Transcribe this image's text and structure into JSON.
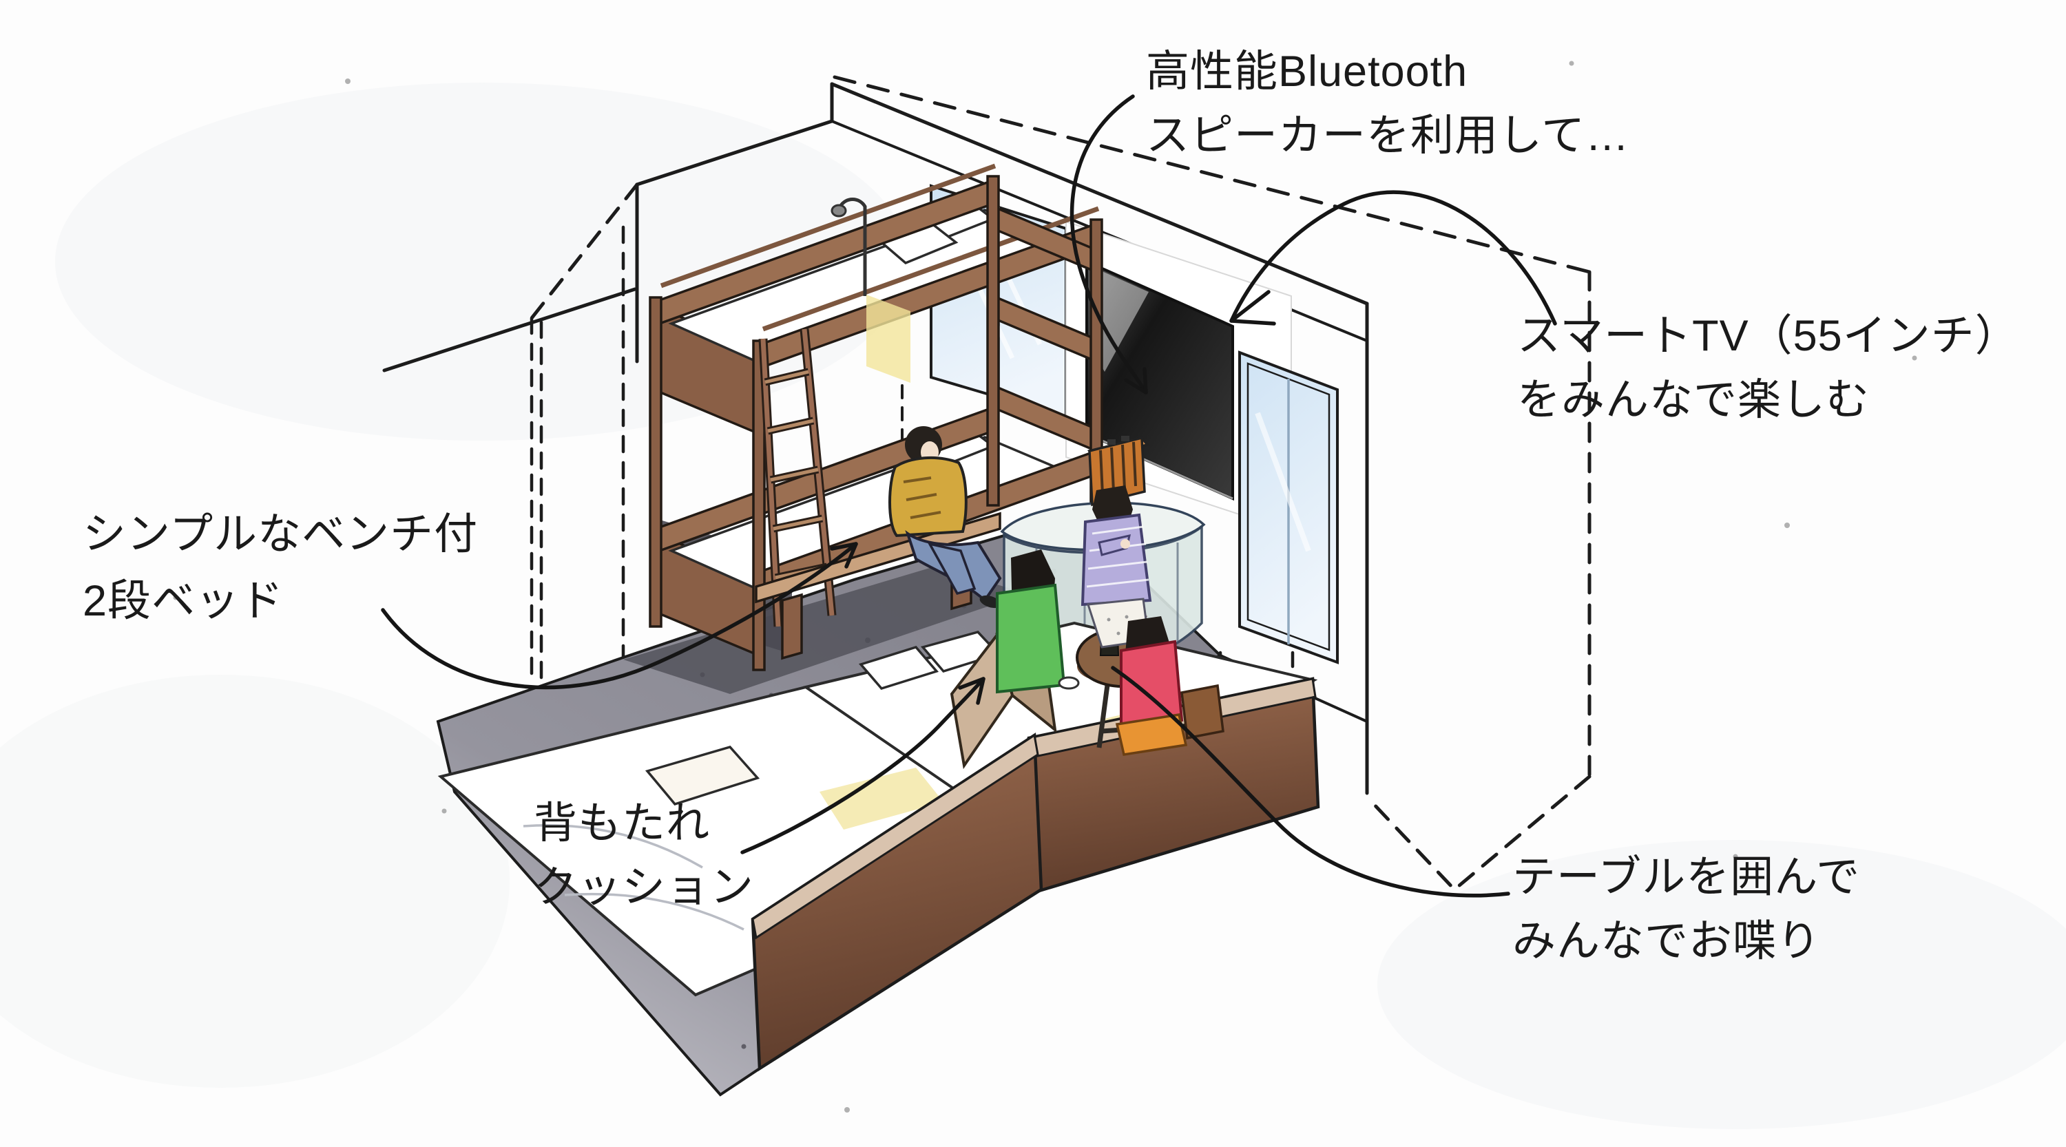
{
  "scene": {
    "kind": "hand-drawn isometric hotel room illustration with Japanese annotations",
    "background": "#fdfdfd",
    "ink": "#1c1c1c"
  },
  "labels": {
    "speaker": {
      "line1": "高性能Bluetooth",
      "line2": "スピーカーを利用して…"
    },
    "tv": {
      "line1": "スマートTV（55インチ）",
      "line2": "をみんなで楽しむ"
    },
    "bunk": {
      "line1": "シンプルなベンチ付",
      "line2": "2段ベッド"
    },
    "cushion": {
      "line1": "背もたれ",
      "line2": "クッション"
    },
    "table": {
      "line1": "テーブルを囲んで",
      "line2": "みんなでお喋り"
    }
  },
  "palette": {
    "carpet": "#8e8d98",
    "carpet_light": "#c6c5cc",
    "shadow": "#54535c",
    "wood": "#9b6b4f",
    "wood_dark": "#6e4633",
    "wood_light": "#d9c3ae",
    "window_blue": "#cfe3f4",
    "tv_black": "#161616",
    "speaker_orange": "#c8772f",
    "glass_green": "#dbe7e4",
    "cushion_tan": "#cdb49a",
    "shirt_mustard": "#d3a83e",
    "shirt_green": "#5fbf5a",
    "shirt_lavender": "#b5addc",
    "shirt_red": "#e54e67",
    "seat_orange": "#e89433",
    "jeans_blue": "#7e93b8",
    "wine_red": "#9c2430",
    "highlight_yellow": "#f1e49c"
  }
}
